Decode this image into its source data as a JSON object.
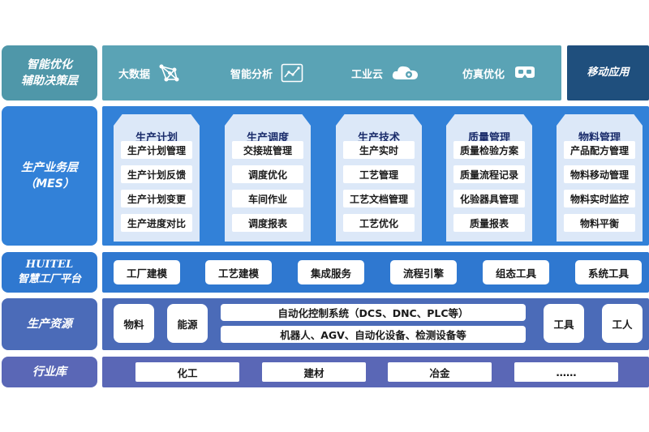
{
  "layers": {
    "decision": {
      "line1": "智能优化",
      "line2": "辅助决策层"
    },
    "mes": {
      "line1": "生产业务层",
      "line2": "（MES）"
    },
    "platform": {
      "line1": "HUITEL",
      "line2": "智慧工厂平台"
    },
    "resource": {
      "line1": "生产资源"
    },
    "industry": {
      "line1": "行业库"
    }
  },
  "decision_items": [
    {
      "label": "大数据",
      "icon": "network-icon"
    },
    {
      "label": "智能分析",
      "icon": "chart-icon"
    },
    {
      "label": "工业云",
      "icon": "cloud-gear-icon"
    },
    {
      "label": "仿真优化",
      "icon": "vr-headset-icon"
    }
  ],
  "mobile_app": "移动应用",
  "mes_columns": [
    {
      "title": "生产计划",
      "items": [
        "生产计划管理",
        "生产计划反馈",
        "生产计划变更",
        "生产进度对比"
      ]
    },
    {
      "title": "生产调度",
      "items": [
        "交接班管理",
        "调度优化",
        "车间作业",
        "调度报表"
      ]
    },
    {
      "title": "生产技术",
      "items": [
        "生产实时",
        "工艺管理",
        "工艺文档管理",
        "工艺优化"
      ]
    },
    {
      "title": "质量管理",
      "items": [
        "质量检验方案",
        "质量流程记录",
        "化验器具管理",
        "质量报表"
      ]
    },
    {
      "title": "物料管理",
      "items": [
        "产品配方管理",
        "物料移动管理",
        "物料实时监控",
        "物料平衡"
      ]
    }
  ],
  "platform_items": [
    "工厂建模",
    "工艺建模",
    "集成服务",
    "流程引擎",
    "组态工具",
    "系统工具"
  ],
  "resource_items": {
    "material": "物料",
    "energy": "能源",
    "control": "自动化控制系统（DCS、DNC、PLC等）",
    "devices": "机器人、AGV、自动化设备、检测设备等",
    "tools": "工具",
    "workers": "工人"
  },
  "industry_items": [
    "化工",
    "建材",
    "冶金",
    "……"
  ],
  "colors": {
    "decision_band": "#5aa3b5",
    "decision_label": "#4f97a9",
    "mobile": "#1f4f7d",
    "mes": "#3281d8",
    "platform": "#2f78d0",
    "resource": "#4b6bb8",
    "industry": "#5a67b6"
  }
}
